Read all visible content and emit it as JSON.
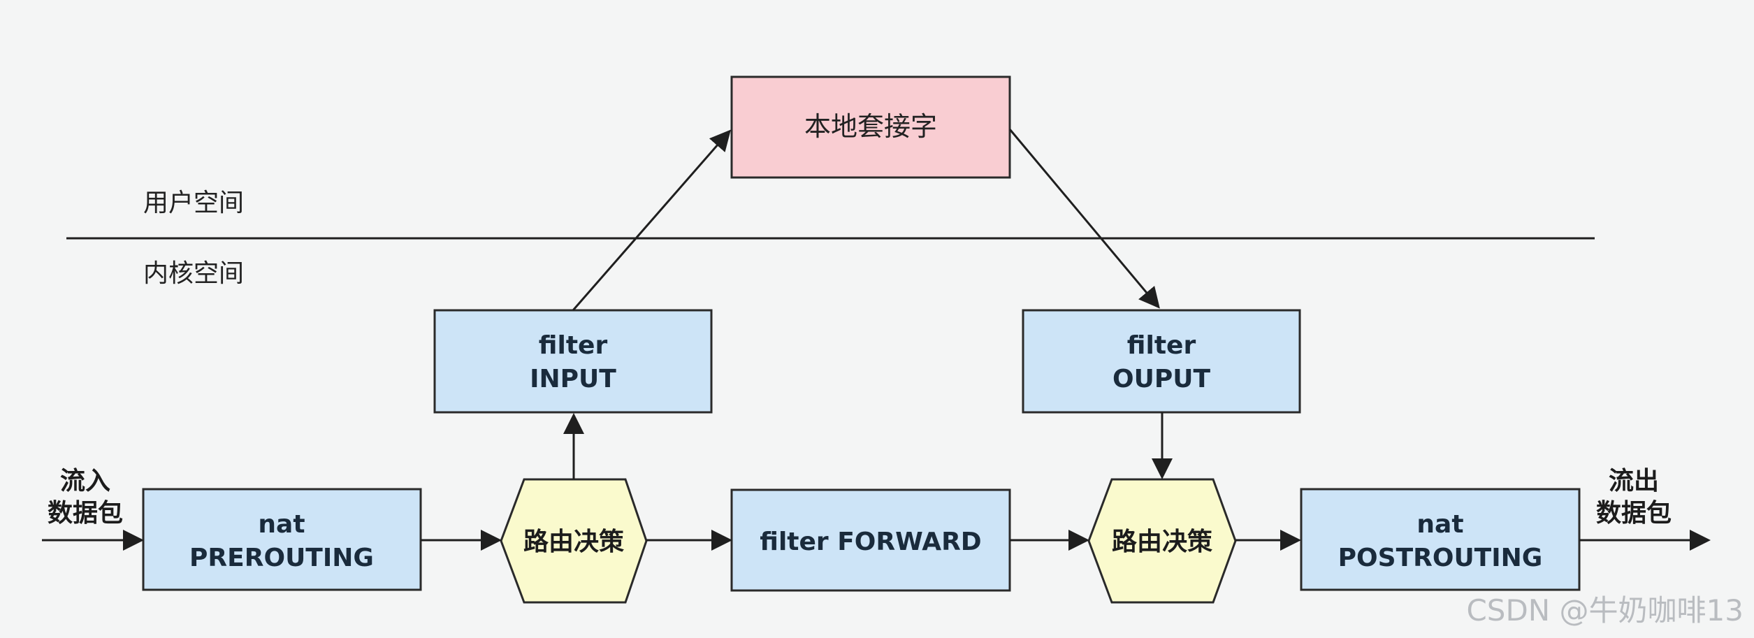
{
  "colors": {
    "background": "#f4f5f5",
    "chain_box": "#cde4f7",
    "socket_box": "#f9cdd2",
    "routing_hex": "#fafacd",
    "line": "#1f1f1f",
    "watermark": "#b9bcc0"
  },
  "zones": {
    "user_space": "用户空间",
    "kernel_space": "内核空间"
  },
  "io": {
    "inflow_line1": "流入",
    "inflow_line2": "数据包",
    "outflow_line1": "流出",
    "outflow_line2": "数据包"
  },
  "nodes": {
    "local_socket": "本地套接字",
    "filter_input": [
      "filter",
      "INPUT"
    ],
    "filter_output": [
      "filter",
      "OUPUT"
    ],
    "nat_prerouting": [
      "nat",
      "PREROUTING"
    ],
    "routing_decision_1": "路由决策",
    "filter_forward": "filter FORWARD",
    "routing_decision_2": "路由决策",
    "nat_postrouting": [
      "nat",
      "POSTROUTING"
    ]
  },
  "watermark": "CSDN @牛奶咖啡13"
}
